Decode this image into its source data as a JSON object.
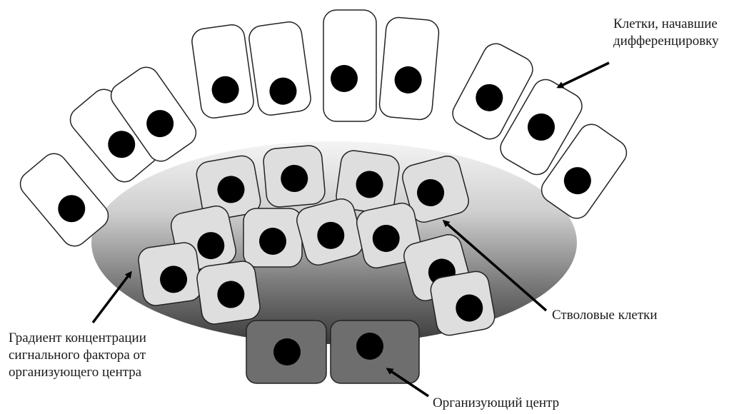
{
  "labels": {
    "differentiating_cells": [
      "Клетки, начавшие",
      "дифференцировку"
    ],
    "stem_cells": "Стволовые клетки",
    "gradient": [
      "Градиент концентрации",
      "сигнального фактора от",
      "организующего центра"
    ],
    "organizing_center": "Организующий центр"
  },
  "colors": {
    "gradient_light": "#f4f4f4",
    "gradient_dark": "#3a3a3a",
    "differentiating_cell_fill": "#ffffff",
    "stem_cell_fill": "#dedede",
    "organizer_cell_fill": "#6e6e6e",
    "nucleus": "#000000",
    "outline": "#222222"
  }
}
